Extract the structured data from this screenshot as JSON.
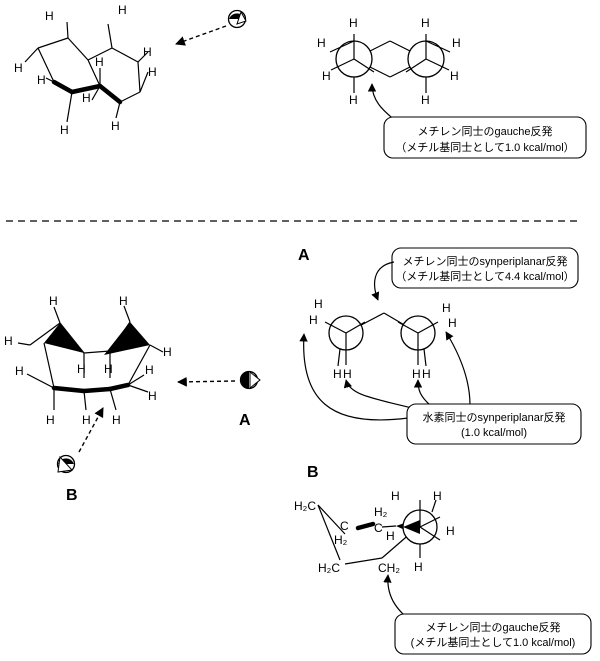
{
  "atoms": {
    "H": "H"
  },
  "labels": {
    "A": "A",
    "B": "B"
  },
  "groups": {
    "H2C": "H₂C",
    "C": "C",
    "H2": "H₂",
    "CH2": "CH₂"
  },
  "notes": {
    "top_gauche_1": "メチレン同士のgauche反発",
    "top_gauche_2": "（メチル基同士として1.0 kcal/mol）",
    "syn_methylene_1": "メチレン同士のsynperiplanar反発",
    "syn_methylene_2": "（メチル基同士として4.4 kcal/mol）",
    "syn_hydrogen_1": "水素同士のsynperiplanar反発",
    "syn_hydrogen_2": "(1.0 kcal/mol)",
    "bottom_gauche_1": "メチレン同士のgauche反発",
    "bottom_gauche_2": "(メチル基同士として1.0 kcal/mol)"
  }
}
